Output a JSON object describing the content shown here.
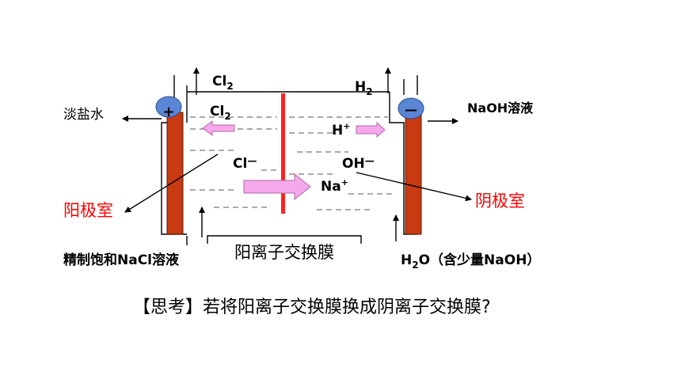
{
  "labels": {
    "cl2_top": "Cl",
    "cl2_top_sub": "2",
    "h2_top": "H",
    "h2_top_sub": "2",
    "cl2_inner": "Cl",
    "cl2_inner_sub": "2",
    "h_ion": "H",
    "h_ion_sup": "+",
    "cl_ion": "Cl",
    "cl_ion_sup": "—",
    "oh_ion": "OH",
    "oh_ion_sup": "—",
    "na_ion": "Na",
    "na_ion_sup": "+",
    "dilute_brine": "淡盐水",
    "naoh_solution": "NaOH溶液",
    "anode_chamber": "阳极室",
    "cathode_chamber": "阴极室",
    "brine_inlet": "精制饱和NaCl溶液",
    "water_inlet_h": "H",
    "water_inlet_sub": "2",
    "water_inlet_rest": "O（含少量NaOH）",
    "membrane": "阳离子交换膜",
    "anode_sign": "+",
    "cathode_sign": "—",
    "question": "【思考】若将阳离子交换膜换成阴离子交换膜?"
  },
  "colors": {
    "electrode": "#c83a12",
    "membrane": "#ff2020",
    "electrode_cap": "#5b86d6",
    "ion_arrow": "#f5a8ec",
    "chamber_label": "#ff0000"
  }
}
